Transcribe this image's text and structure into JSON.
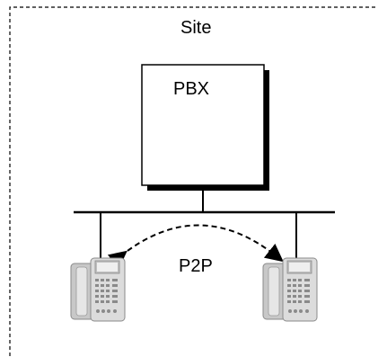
{
  "diagram": {
    "site_label": "Site",
    "pbx_label": "PBX",
    "p2p_label": "P2P",
    "icons": {
      "phone_left": "ip-phone-icon",
      "phone_right": "ip-phone-icon"
    },
    "colors": {
      "line": "#000000",
      "shadow": "#000000",
      "phone_body": "#d9d9d9",
      "phone_dark": "#9a9a9a"
    }
  }
}
